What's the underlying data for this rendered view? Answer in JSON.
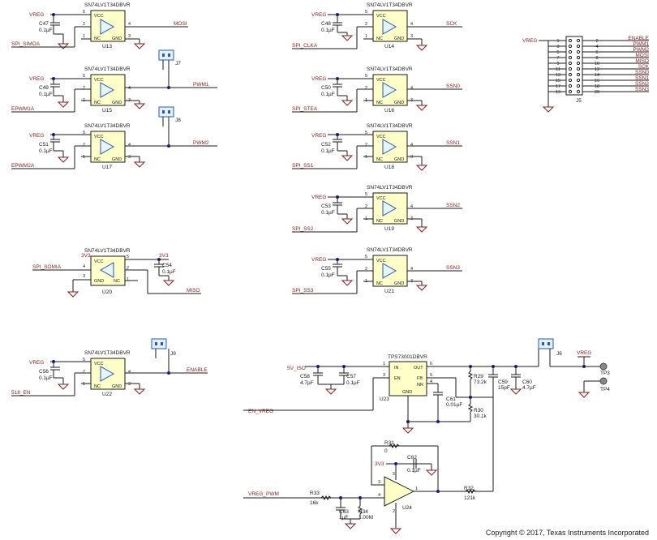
{
  "copyright": "Copyright © 2017, Texas Instruments Incorporated",
  "colors": {
    "wire": "#1a1a1a",
    "net": "#8b1a1a",
    "component": "#ffffc8",
    "connector": "#1a5fb4"
  },
  "buffers": [
    {
      "id": "U13",
      "part": "SN74LV1T34DBVR",
      "supply": "VREG",
      "cap": "C47",
      "cap_value": "0.1µF",
      "input": "SPI_SIMOA",
      "output": "MOSI",
      "pins": [
        "5",
        "VCC",
        "2",
        "NC",
        "GND",
        "4",
        "1",
        "3"
      ]
    },
    {
      "id": "U15",
      "part": "SN74LV1T34DBVR",
      "supply": "VREG",
      "cap": "C49",
      "cap_value": "0.1µF",
      "input": "EPWM1A",
      "output": "PWM1",
      "jumper": "J7",
      "pins": [
        "5",
        "VCC",
        "2",
        "NC",
        "GND",
        "4",
        "1",
        "3"
      ]
    },
    {
      "id": "U17",
      "part": "SN74LV1T34DBVR",
      "supply": "VREG",
      "cap": "C51",
      "cap_value": "0.1µF",
      "input": "EPWM2A",
      "output": "PWM2",
      "jumper": "J8",
      "pins": [
        "5",
        "VCC",
        "2",
        "NC",
        "GND",
        "4",
        "1",
        "3"
      ]
    },
    {
      "id": "U20",
      "part": "SN74LV1T34DBVR",
      "supply": "3V3",
      "cap": "C54",
      "cap_value": "0.1µF",
      "input": "MISO",
      "output": "SPI_SOMIA",
      "pins": [
        "5",
        "VCC",
        "4",
        "GND",
        "NC",
        "2",
        "3",
        "1"
      ]
    },
    {
      "id": "U22",
      "part": "SN74LV1T34DBVR",
      "supply": "VREG",
      "cap": "C56",
      "cap_value": "0.1µF",
      "input": "518_EN",
      "output": "ENABLE",
      "jumper": "J9",
      "pins": [
        "5",
        "VCC",
        "2",
        "NC",
        "GND",
        "4",
        "1",
        "3"
      ]
    },
    {
      "id": "U14",
      "part": "SN74LV1T34DBVR",
      "supply": "VREG",
      "cap": "C48",
      "cap_value": "0.1µF",
      "input": "SPI_CLKA",
      "output": "SCK",
      "pins": [
        "5",
        "VCC",
        "2",
        "NC",
        "GND",
        "4",
        "1",
        "3"
      ]
    },
    {
      "id": "U16",
      "part": "SN74LV1T34DBVR",
      "supply": "VREG",
      "cap": "C50",
      "cap_value": "0.1µF",
      "input": "SPI_STEA",
      "output": "SSN0",
      "pins": [
        "5",
        "VCC",
        "2",
        "NC",
        "GND",
        "4",
        "1",
        "3"
      ]
    },
    {
      "id": "U18",
      "part": "SN74LV1T34DBVR",
      "supply": "VREG",
      "cap": "C52",
      "cap_value": "0.1µF",
      "input": "SPI_SS1",
      "output": "SSN1",
      "pins": [
        "5",
        "VCC",
        "2",
        "NC",
        "GND",
        "4",
        "1",
        "3"
      ]
    },
    {
      "id": "U19",
      "part": "SN74LV1T34DBVR",
      "supply": "VREG",
      "cap": "C53",
      "cap_value": "0.1µF",
      "input": "SPI_SS2",
      "output": "SSN2",
      "pins": [
        "5",
        "VCC",
        "2",
        "NC",
        "GND",
        "4",
        "1",
        "3"
      ]
    },
    {
      "id": "U21",
      "part": "SN74LV1T34DBVR",
      "supply": "VREG",
      "cap": "C55",
      "cap_value": "0.1µF",
      "input": "SPI_SS3",
      "output": "SSN3",
      "pins": [
        "5",
        "VCC",
        "2",
        "NC",
        "GND",
        "4",
        "1",
        "3"
      ]
    }
  ],
  "connector_j5": {
    "ref": "J5",
    "supply": "VREG",
    "left_pins": [
      "1",
      "3",
      "5",
      "7",
      "9",
      "11",
      "13",
      "15",
      "17",
      "19"
    ],
    "right_pins": [
      "2",
      "4",
      "6",
      "8",
      "10",
      "12",
      "14",
      "16",
      "18",
      "20"
    ],
    "right_nets": [
      "ENABLE",
      "PWM1",
      "PWM2",
      "MOSI",
      "MISO",
      "SCK",
      "SSN0",
      "SSN1",
      "SSN2",
      "SSN3"
    ]
  },
  "regulator": {
    "ref": "U23",
    "part": "TPS73001DBVR",
    "input_net": "5V_ISO",
    "enable_net": "EN_VREG",
    "pins": {
      "in": "IN",
      "out": "OUT",
      "en": "EN",
      "fb": "FB",
      "nr": "NR",
      "gnd": "GND",
      "n1": "1",
      "n3": "3",
      "n6": "6",
      "n5": "5",
      "n4": "4"
    },
    "components": [
      {
        "ref": "C58",
        "value": "4.7µF"
      },
      {
        "ref": "C57",
        "value": "0.1µF"
      },
      {
        "ref": "C61",
        "value": "0.01µF"
      },
      {
        "ref": "R29",
        "value": "73.2k"
      },
      {
        "ref": "R30",
        "value": "30.1k"
      },
      {
        "ref": "C59",
        "value": "15pF"
      },
      {
        "ref": "C60",
        "value": "4.7µF"
      }
    ],
    "jumper": "J6",
    "output_net": "VREG",
    "tp1": "TP3",
    "tp2": "TP4"
  },
  "opamp": {
    "ref": "U24",
    "input_net": "VREG_PWM",
    "supply": "3V3",
    "pins": {
      "p3": "3",
      "p4": "4",
      "p1": "1",
      "p5": "5",
      "p2": "2"
    },
    "components": [
      {
        "ref": "R31",
        "value": "0"
      },
      {
        "ref": "C62",
        "value": "0.1µF"
      },
      {
        "ref": "R33",
        "value": "16k"
      },
      {
        "ref": "C63",
        "value": "1µF"
      },
      {
        "ref": "R34",
        "value": "1.00M"
      },
      {
        "ref": "R32",
        "value": "121k"
      }
    ]
  }
}
